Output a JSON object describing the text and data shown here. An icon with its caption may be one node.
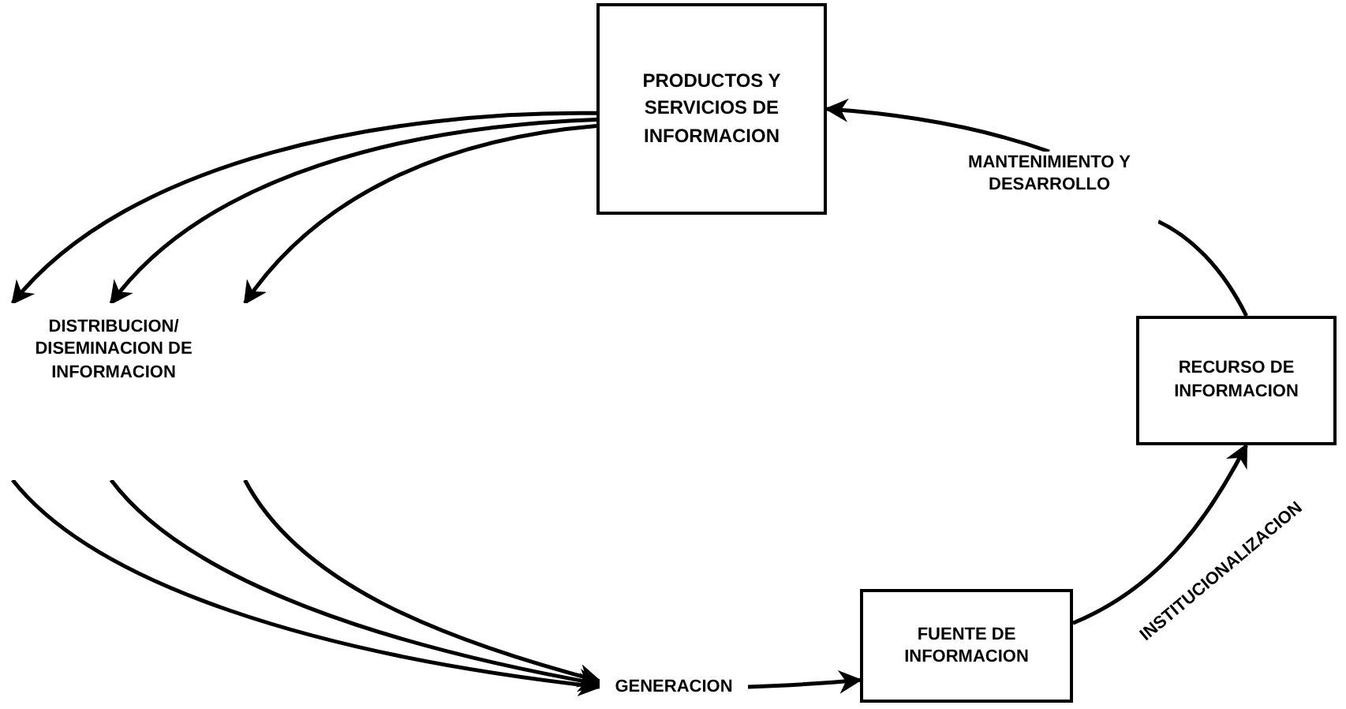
{
  "diagram": {
    "nodes": [
      {
        "text": [
          "PRODUCTOS Y SERVICIOS DE INFORMACION"
        ]
      },
      {
        "text": [
          "DISTRIBUCION/ DISEMINACION DE INFORMACION"
        ]
      },
      {
        "text": [
          "GENERACION"
        ]
      },
      {
        "text": [
          "FUENTE DE INFORMACION"
        ]
      },
      {
        "text": [
          "RECURSO DE INFORMACION"
        ]
      },
      {
        "text": [
          "MANTENIMIENTO Y DESARROLLO"
        ]
      }
    ],
    "edges": [
      {
        "from": 0,
        "to": 1,
        "arrow": "to"
      },
      {
        "from": 0,
        "to": 1,
        "arrow": "to"
      },
      {
        "from": 0,
        "to": 1,
        "arrow": "to"
      },
      {
        "from": 1,
        "to": 2,
        "arrow": "to"
      },
      {
        "from": 1,
        "to": 2,
        "arrow": "to"
      },
      {
        "from": 1,
        "to": 2,
        "arrow": "to"
      },
      {
        "from": 2,
        "to": 3,
        "arrow": "to"
      },
      {
        "from": 3,
        "to": 4,
        "arrow": "to",
        "label": "INSTITUCIONALIZACION"
      },
      {
        "from": 4,
        "to": 5,
        "arrow": "none"
      },
      {
        "from": 5,
        "to": 0,
        "arrow": "to"
      }
    ]
  }
}
